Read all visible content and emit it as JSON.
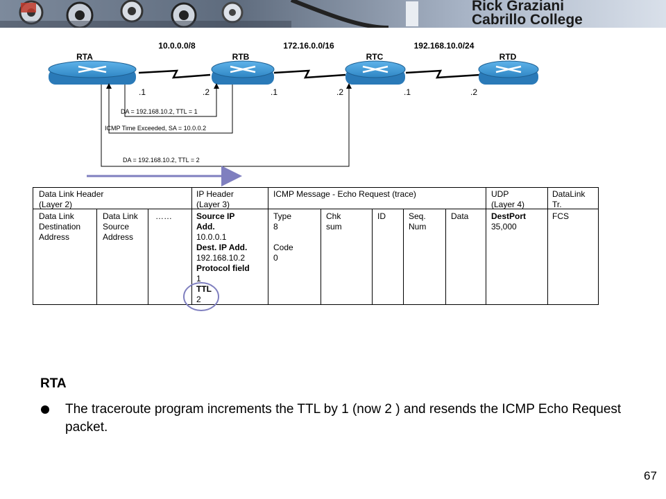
{
  "banner": {
    "title_line1": "Rick Graziani",
    "title_line2": "Cabrillo College",
    "colors": {
      "band": "#a8b4c6",
      "text": "#1a1a1a",
      "accent": "#c0392b"
    }
  },
  "network": {
    "routers": [
      "RTA",
      "RTB",
      "RTC",
      "RTD"
    ],
    "networks": [
      "10.0.0.0/8",
      "172.16.0.0/16",
      "192.168.10.0/24"
    ],
    "interfaces": [
      ".1",
      ".2",
      ".1",
      ".2",
      ".1",
      ".2"
    ],
    "annotations": {
      "first_probe": "DA = 192.168.10.2,   TTL = 1",
      "time_exceeded": "ICMP Time Exceeded, SA =  10.0.0.2",
      "second_probe": "DA = 192.168.10.2,   TTL = 2"
    },
    "colors": {
      "router": "#2f86c4",
      "arrow": "#7f7fbf"
    }
  },
  "packet": {
    "headers": {
      "datalink": "Data Link Header\n(Layer 2)",
      "ip": "IP Header\n(Layer 3)",
      "icmp": "ICMP Message - Echo Request (trace)",
      "udp": "UDP\n(Layer 4)",
      "trailer": "DataLink\nTr."
    },
    "fields": {
      "dl_dest": "Data Link\nDestination\nAddress",
      "dl_src": "Data Link\nSource\nAddress",
      "dots": "……",
      "src_ip_label": "Source IP\nAdd.",
      "src_ip_value": "10.0.0.1",
      "dest_ip_label": "Dest. IP Add.",
      "dest_ip_value": "192.168.10.2",
      "protocol_label": "Protocol field",
      "protocol_value": "1",
      "ttl_label": "TTL",
      "ttl_value": "2",
      "type_label": "Type",
      "type_value": "8",
      "code_label": "Code",
      "code_value": "0",
      "chksum": "Chk\nsum",
      "id": "ID",
      "seq": "Seq.\nNum",
      "data": "Data",
      "destport_label": "DestPort",
      "destport_value": "35,000",
      "fcs": "FCS"
    }
  },
  "caption": {
    "heading": "RTA",
    "bullet": "The traceroute program increments the TTL by 1 (now 2 ) and resends the ICMP Echo Request packet."
  },
  "page_number": "67"
}
